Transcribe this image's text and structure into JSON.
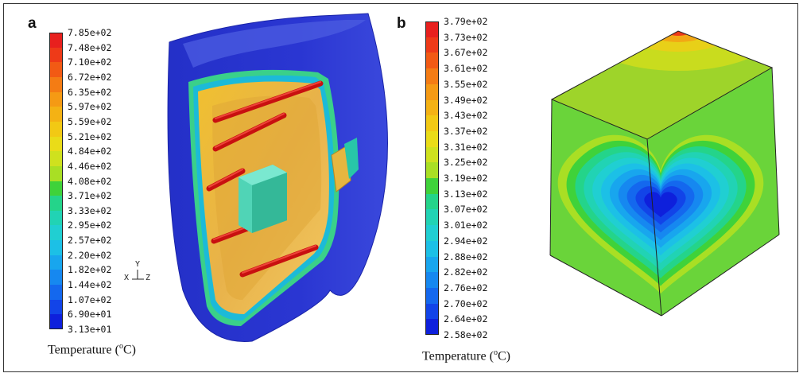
{
  "panel_a": {
    "label": "a",
    "legend_title": "Temperature (",
    "legend_unit_sup": "o",
    "legend_unit": "C)",
    "ticks": [
      "7.85e+02",
      "7.48e+02",
      "7.10e+02",
      "6.72e+02",
      "6.35e+02",
      "5.97e+02",
      "5.59e+02",
      "5.21e+02",
      "4.84e+02",
      "4.46e+02",
      "4.08e+02",
      "3.71e+02",
      "3.33e+02",
      "2.95e+02",
      "2.57e+02",
      "2.20e+02",
      "1.82e+02",
      "1.44e+02",
      "1.07e+02",
      "6.90e+01",
      "3.13e+01"
    ],
    "colors": [
      "#e8201e",
      "#ee3a18",
      "#f25a14",
      "#f47c14",
      "#f59a14",
      "#f4b214",
      "#f2c914",
      "#eadc18",
      "#cfe11e",
      "#a9df24",
      "#3fd23a",
      "#24d48a",
      "#21d3b4",
      "#20cfd2",
      "#1cc0e6",
      "#18a6ee",
      "#1688f0",
      "#1468ee",
      "#1244e8",
      "#0e20dc"
    ],
    "axis_labels": {
      "x": "X",
      "y": "Y",
      "z": "Z"
    }
  },
  "panel_b": {
    "label": "b",
    "legend_title": "Temperature (",
    "legend_unit_sup": "o",
    "legend_unit": "C)",
    "ticks": [
      "3.79e+02",
      "3.73e+02",
      "3.67e+02",
      "3.61e+02",
      "3.55e+02",
      "3.49e+02",
      "3.43e+02",
      "3.37e+02",
      "3.31e+02",
      "3.25e+02",
      "3.19e+02",
      "3.13e+02",
      "3.07e+02",
      "3.01e+02",
      "2.94e+02",
      "2.88e+02",
      "2.82e+02",
      "2.76e+02",
      "2.70e+02",
      "2.64e+02",
      "2.58e+02"
    ],
    "colors": [
      "#e8201e",
      "#ee3a18",
      "#f25a14",
      "#f47c14",
      "#f59a14",
      "#f4b214",
      "#f2c914",
      "#eadc18",
      "#cfe11e",
      "#a9df24",
      "#3fd23a",
      "#24d48a",
      "#21d3b4",
      "#20cfd2",
      "#1cc0e6",
      "#18a6ee",
      "#1688f0",
      "#1468ee",
      "#1244e8",
      "#0e20dc"
    ]
  }
}
